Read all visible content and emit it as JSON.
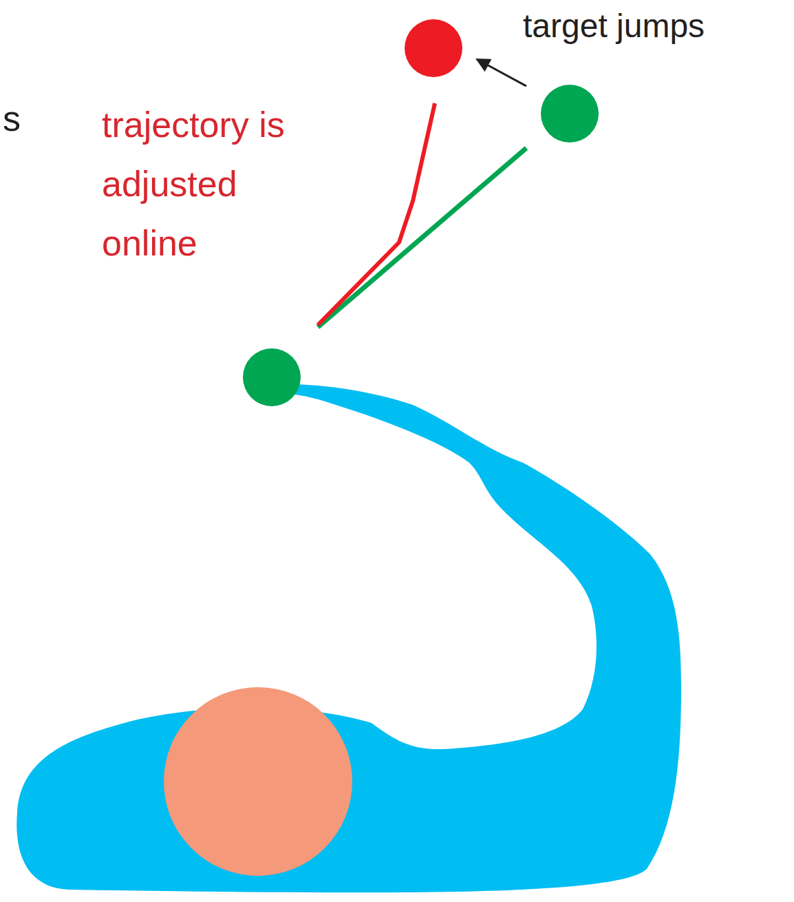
{
  "diagram": {
    "labels": [
      "target jumps",
      "s",
      "trajectory is adjusted online"
    ]
  }
}
